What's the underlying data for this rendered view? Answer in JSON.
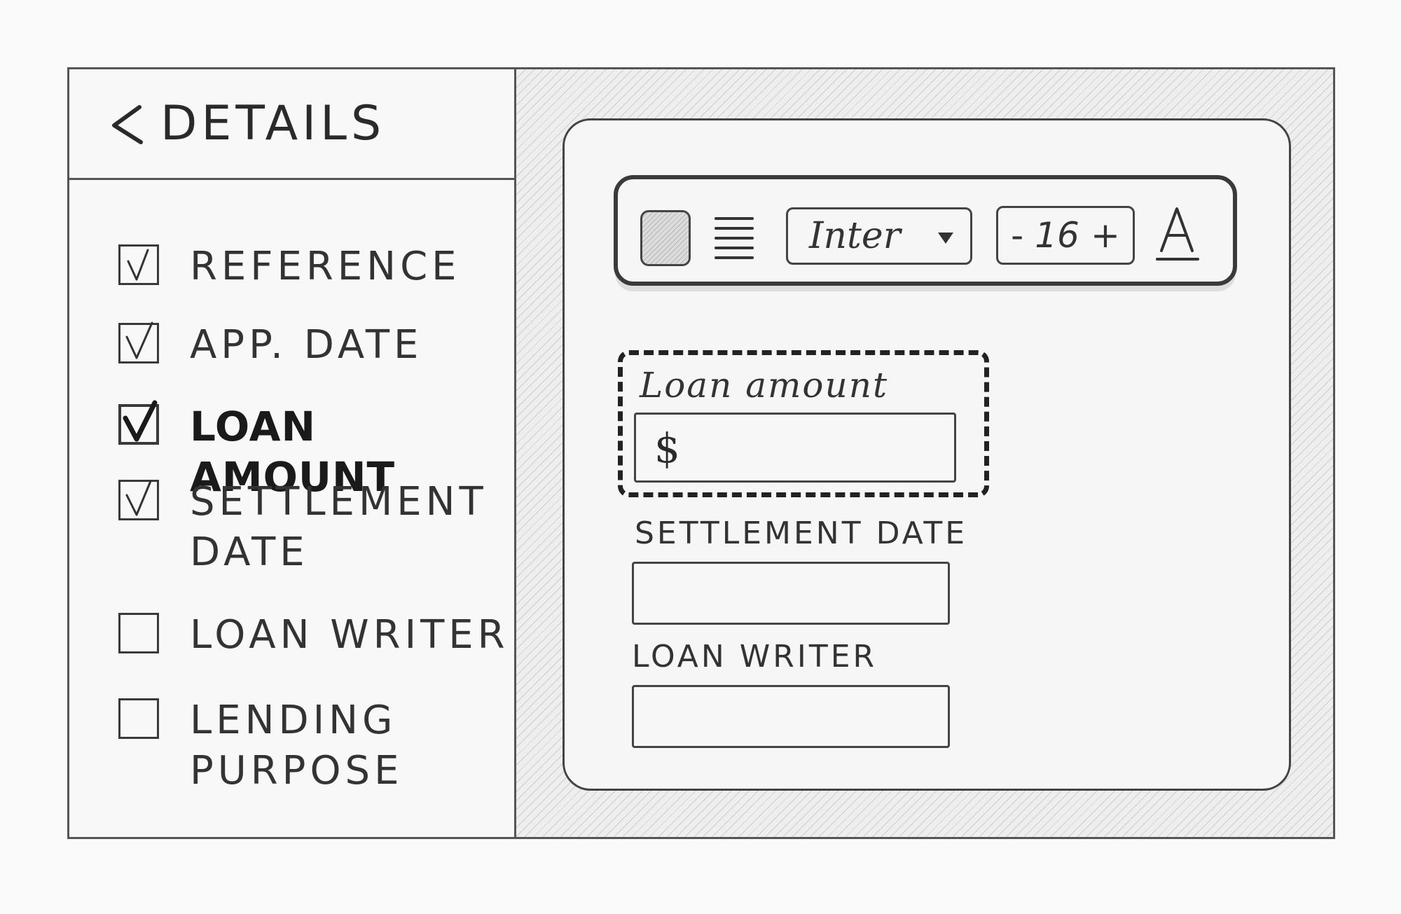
{
  "sidebar": {
    "title": "DETAILS",
    "items": [
      {
        "label": "REFERENCE",
        "checked": true,
        "active": false
      },
      {
        "label": "APP. DATE",
        "checked": true,
        "active": false
      },
      {
        "label": "LOAN AMOUNT",
        "checked": true,
        "active": true
      },
      {
        "label": "SETTLEMENT\n DATE",
        "checked": true,
        "active": false
      },
      {
        "label": "LOAN WRITER",
        "checked": false,
        "active": false
      },
      {
        "label": "LENDING\nPURPOSE",
        "checked": false,
        "active": false
      }
    ]
  },
  "toolbar": {
    "font": "Inter",
    "size_decrement": "-",
    "font_size": "16",
    "size_increment": "+",
    "text_color_glyph": "A"
  },
  "form": {
    "loan_amount": {
      "label": "Loan amount",
      "prefix": "$",
      "value": ""
    },
    "settlement_date": {
      "label": "SETTLEMENT DATE",
      "value": ""
    },
    "loan_writer": {
      "label": "LOAN WRITER",
      "value": ""
    }
  },
  "icons": {
    "back": "chevron-left-icon",
    "check": "checkmark-icon",
    "align": "align-justify-icon",
    "dropdown": "dropdown-triangle-icon",
    "text_color": "text-color-icon"
  }
}
